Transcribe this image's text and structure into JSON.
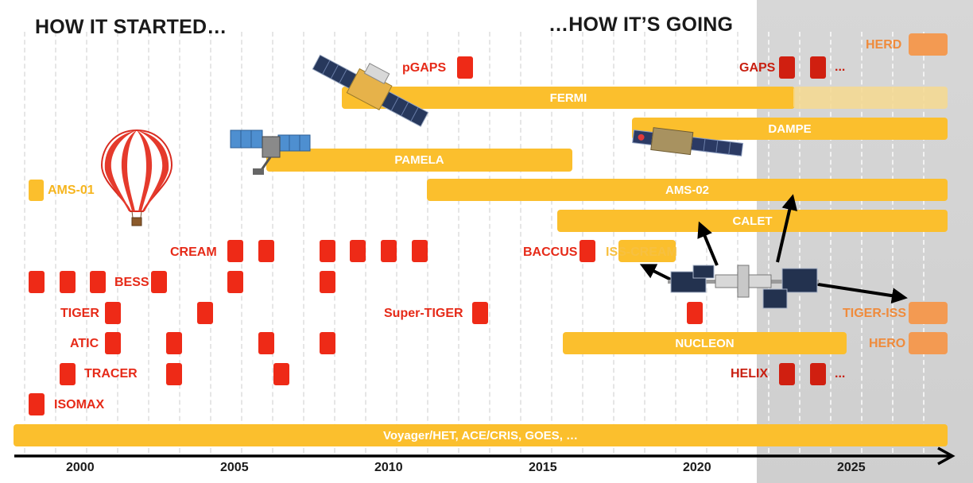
{
  "headings": {
    "left": "HOW IT STARTED…",
    "right": "…HOW IT’S GOING"
  },
  "bars": {
    "fermi": "FERMI",
    "dampe": "DAMPE",
    "pamela": "PAMELA",
    "ams02": "AMS-02",
    "calet": "CALET",
    "iss_cream": "ISS-CREAM",
    "nucleon": "NUCLEON",
    "voyager": "Voyager/HET, ACE/CRIS, GOES, …"
  },
  "labels": {
    "pgaps": "pGAPS",
    "gaps": "GAPS",
    "herd": "HERD",
    "ams01": "AMS-01",
    "cream": "CREAM",
    "baccus": "BACCUS",
    "bess": "BESS",
    "tiger": "TIGER",
    "super_tiger": "Super-TIGER",
    "tiger_iss": "TIGER-ISS",
    "atic": "ATIC",
    "hero": "HERO",
    "tracer": "TRACER",
    "helix": "HELIX",
    "isomax": "ISOMAX",
    "ellipsis": "..."
  },
  "axis": {
    "ticks": [
      "2000",
      "2005",
      "2010",
      "2015",
      "2020",
      "2025"
    ]
  },
  "colors": {
    "bar": "#fbbf2d",
    "block": "#ee2a17",
    "future_block": "#d01f10",
    "future_mission": "#f39a52",
    "future_shade": "#d7d7d7"
  },
  "icons": [
    "balloon-icon",
    "fermi-satellite-icon",
    "pamela-satellite-icon",
    "dampe-satellite-icon",
    "iss-station-icon"
  ]
}
